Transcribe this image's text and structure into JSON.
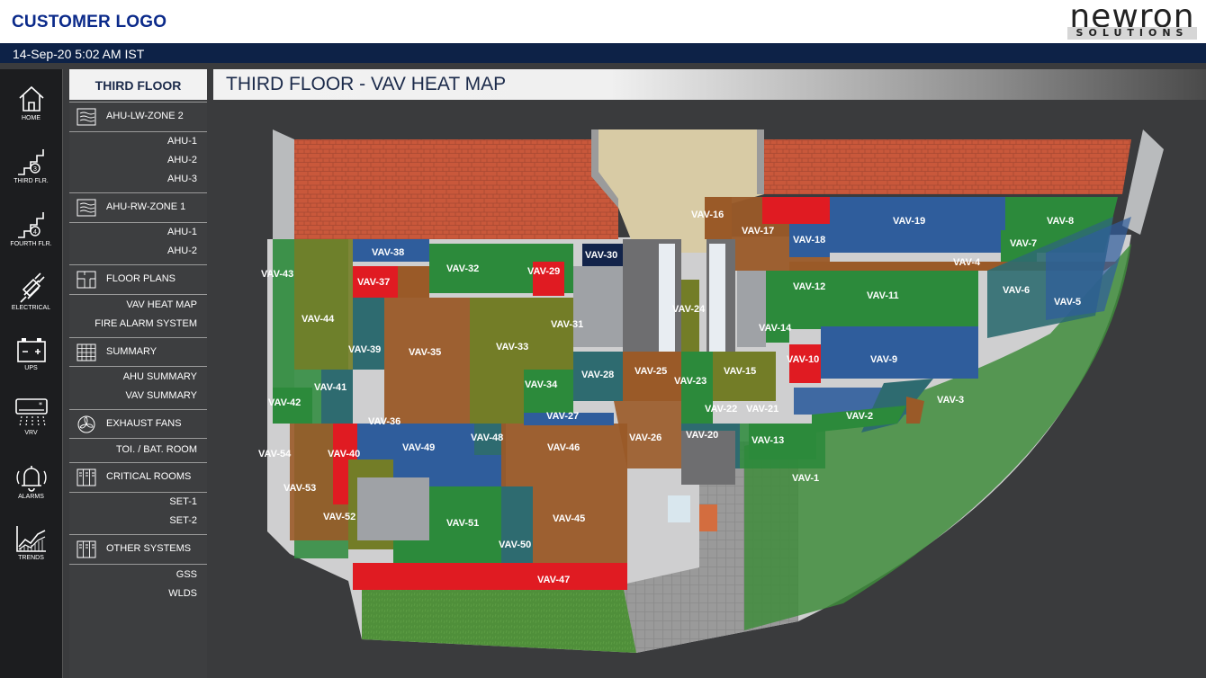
{
  "header": {
    "customer_logo": "CUSTOMER LOGO",
    "brand_word": "newron",
    "brand_sub": "SOLUTIONS",
    "datetime": "14-Sep-20 5:02 AM IST"
  },
  "rail": [
    {
      "label": "HOME",
      "icon": "home-icon"
    },
    {
      "label": "THIRD FLR.",
      "icon": "stairs-3-icon"
    },
    {
      "label": "FOURTH FLR.",
      "icon": "stairs-4-icon"
    },
    {
      "label": "ELECTRICAL",
      "icon": "plug-icon"
    },
    {
      "label": "UPS",
      "icon": "battery-icon"
    },
    {
      "label": "VRV",
      "icon": "ac-unit-icon"
    },
    {
      "label": "ALARMS",
      "icon": "bell-icon"
    },
    {
      "label": "TRENDS",
      "icon": "chart-icon"
    }
  ],
  "submenu": {
    "title": "THIRD FLOOR",
    "sections": [
      {
        "label": "AHU-LW-ZONE 2",
        "icon": "ahu-icon",
        "items": [
          "AHU-1",
          "AHU-2",
          "AHU-3"
        ]
      },
      {
        "label": "AHU-RW-ZONE 1",
        "icon": "ahu-icon",
        "items": [
          "AHU-1",
          "AHU-2"
        ]
      },
      {
        "label": "FLOOR PLANS",
        "icon": "floor-plan-icon",
        "items": [
          "VAV HEAT MAP",
          "FIRE ALARM SYSTEM"
        ]
      },
      {
        "label": "SUMMARY",
        "icon": "grid-icon",
        "items": [
          "AHU SUMMARY",
          "VAV SUMMARY"
        ]
      },
      {
        "label": "EXHAUST FANS",
        "icon": "fan-icon",
        "items": [
          "TOI. / BAT. ROOM"
        ]
      },
      {
        "label": "CRITICAL ROOMS",
        "icon": "panel-icon",
        "items": [
          "SET-1",
          "SET-2"
        ]
      },
      {
        "label": "OTHER SYSTEMS",
        "icon": "panel-icon",
        "items": [
          "GSS",
          "WLDS"
        ]
      }
    ]
  },
  "main": {
    "title": "THIRD FLOOR - VAV HEAT MAP"
  },
  "colors": {
    "red": "#e01b22",
    "blue": "#2f5d9c",
    "green": "#2c8a3b",
    "olive": "#737d27",
    "brown": "#9a5a28",
    "teal": "#2e6b70",
    "navy": "#13244a"
  },
  "vav_zones": [
    {
      "id": "VAV-1",
      "status": "green"
    },
    {
      "id": "VAV-2",
      "status": "green"
    },
    {
      "id": "VAV-3",
      "status": "teal"
    },
    {
      "id": "VAV-4",
      "status": "brown"
    },
    {
      "id": "VAV-5",
      "status": "blue"
    },
    {
      "id": "VAV-6",
      "status": "teal"
    },
    {
      "id": "VAV-7",
      "status": "green"
    },
    {
      "id": "VAV-8",
      "status": "green"
    },
    {
      "id": "VAV-9",
      "status": "blue"
    },
    {
      "id": "VAV-10",
      "status": "red"
    },
    {
      "id": "VAV-11",
      "status": "green"
    },
    {
      "id": "VAV-12",
      "status": "green"
    },
    {
      "id": "VAV-13",
      "status": "green"
    },
    {
      "id": "VAV-14",
      "status": "green"
    },
    {
      "id": "VAV-15",
      "status": "olive"
    },
    {
      "id": "VAV-16",
      "status": "brown"
    },
    {
      "id": "VAV-17",
      "status": "brown"
    },
    {
      "id": "VAV-18",
      "status": "blue"
    },
    {
      "id": "VAV-19",
      "status": "blue"
    },
    {
      "id": "VAV-20",
      "status": "teal"
    },
    {
      "id": "VAV-21",
      "status": "green"
    },
    {
      "id": "VAV-22",
      "status": "green"
    },
    {
      "id": "VAV-23",
      "status": "olive"
    },
    {
      "id": "VAV-24",
      "status": "olive"
    },
    {
      "id": "VAV-25",
      "status": "brown"
    },
    {
      "id": "VAV-26",
      "status": "brown"
    },
    {
      "id": "VAV-27",
      "status": "blue"
    },
    {
      "id": "VAV-28",
      "status": "teal"
    },
    {
      "id": "VAV-29",
      "status": "red"
    },
    {
      "id": "VAV-30",
      "status": "navy"
    },
    {
      "id": "VAV-31",
      "status": "olive"
    },
    {
      "id": "VAV-32",
      "status": "green"
    },
    {
      "id": "VAV-33",
      "status": "olive"
    },
    {
      "id": "VAV-34",
      "status": "green"
    },
    {
      "id": "VAV-35",
      "status": "brown"
    },
    {
      "id": "VAV-36",
      "status": "olive"
    },
    {
      "id": "VAV-37",
      "status": "red"
    },
    {
      "id": "VAV-38",
      "status": "blue"
    },
    {
      "id": "VAV-39",
      "status": "teal"
    },
    {
      "id": "VAV-40",
      "status": "red"
    },
    {
      "id": "VAV-41",
      "status": "teal"
    },
    {
      "id": "VAV-42",
      "status": "green"
    },
    {
      "id": "VAV-43",
      "status": "green"
    },
    {
      "id": "VAV-44",
      "status": "olive"
    },
    {
      "id": "VAV-45",
      "status": "brown"
    },
    {
      "id": "VAV-46",
      "status": "brown"
    },
    {
      "id": "VAV-47",
      "status": "red"
    },
    {
      "id": "VAV-48",
      "status": "teal"
    },
    {
      "id": "VAV-49",
      "status": "blue"
    },
    {
      "id": "VAV-50",
      "status": "teal"
    },
    {
      "id": "VAV-51",
      "status": "green"
    },
    {
      "id": "VAV-52",
      "status": "olive"
    },
    {
      "id": "VAV-53",
      "status": "brown"
    },
    {
      "id": "VAV-54",
      "status": "olive"
    }
  ]
}
